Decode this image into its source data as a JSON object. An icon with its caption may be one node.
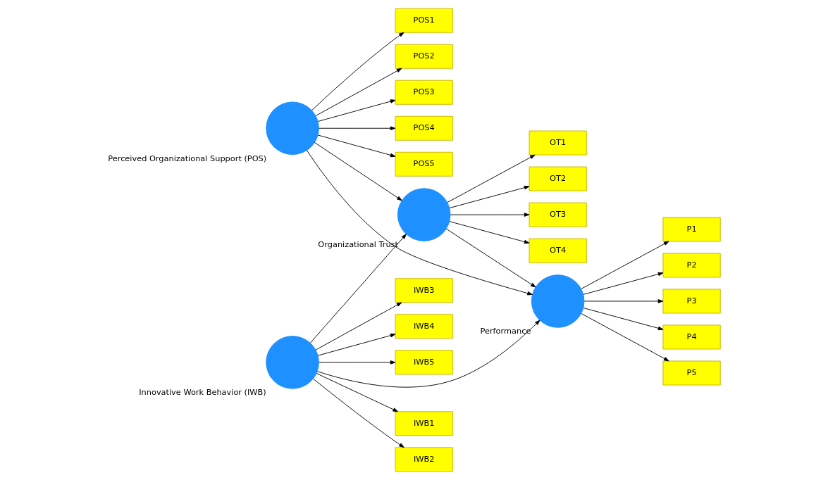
{
  "diagram": {
    "nodes": [
      {
        "text": [
          "POS1"
        ]
      },
      {
        "text": [
          "POS2"
        ]
      },
      {
        "text": [
          "POS3"
        ]
      },
      {
        "text": [
          "POS4"
        ]
      },
      {
        "text": [
          "POS5"
        ]
      },
      {
        "text": [],
        "shape": "circle",
        "beside": [
          "Perceived Organizational Support (POS)"
        ]
      },
      {
        "text": [],
        "shape": "circle",
        "beside": [
          "Organizational Trust"
        ]
      },
      {
        "text": [
          "OT1"
        ]
      },
      {
        "text": [
          "OT2"
        ]
      },
      {
        "text": [
          "OT3"
        ]
      },
      {
        "text": [
          "OT4"
        ]
      },
      {
        "text": [
          "IWB1"
        ]
      },
      {
        "text": [
          "IWB2"
        ]
      },
      {
        "text": [
          "IWB3"
        ]
      },
      {
        "text": [
          "IWB4"
        ]
      },
      {
        "text": [
          "IWB5"
        ]
      },
      {
        "text": [],
        "shape": "circle",
        "beside": [
          "Innovative Work Behavior (IWB)"
        ]
      },
      {
        "text": [],
        "shape": "circle",
        "beside": [
          "Performance"
        ]
      },
      {
        "text": [
          "P1"
        ]
      },
      {
        "text": [
          "P2"
        ]
      },
      {
        "text": [
          "P3"
        ]
      },
      {
        "text": [
          "P4"
        ]
      },
      {
        "text": [
          "P5"
        ]
      }
    ],
    "edges": [
      {
        "from": 5,
        "to": 0,
        "arrow": "to"
      },
      {
        "from": 5,
        "to": 1,
        "arrow": "to"
      },
      {
        "from": 5,
        "to": 2,
        "arrow": "to"
      },
      {
        "from": 5,
        "to": 3,
        "arrow": "to"
      },
      {
        "from": 5,
        "to": 4,
        "arrow": "to"
      },
      {
        "from": 5,
        "to": 6,
        "arrow": "to"
      },
      {
        "from": 6,
        "to": 7,
        "arrow": "to"
      },
      {
        "from": 6,
        "to": 8,
        "arrow": "to"
      },
      {
        "from": 6,
        "to": 9,
        "arrow": "to"
      },
      {
        "from": 6,
        "to": 10,
        "arrow": "to"
      },
      {
        "from": 5,
        "to": 17,
        "arrow": "to"
      },
      {
        "from": 16,
        "to": 6,
        "arrow": "to"
      },
      {
        "from": 6,
        "to": 17,
        "arrow": "to"
      },
      {
        "from": 16,
        "to": 11,
        "arrow": "to"
      },
      {
        "from": 16,
        "to": 12,
        "arrow": "to"
      },
      {
        "from": 16,
        "to": 13,
        "arrow": "to"
      },
      {
        "from": 16,
        "to": 14,
        "arrow": "to"
      },
      {
        "from": 16,
        "to": 15,
        "arrow": "to"
      },
      {
        "from": 16,
        "to": 17,
        "arrow": "to"
      },
      {
        "from": 17,
        "to": 18,
        "arrow": "to"
      },
      {
        "from": 17,
        "to": 19,
        "arrow": "to"
      },
      {
        "from": 17,
        "to": 20,
        "arrow": "to"
      },
      {
        "from": 17,
        "to": 21,
        "arrow": "to"
      },
      {
        "from": 17,
        "to": 22,
        "arrow": "to"
      }
    ]
  }
}
